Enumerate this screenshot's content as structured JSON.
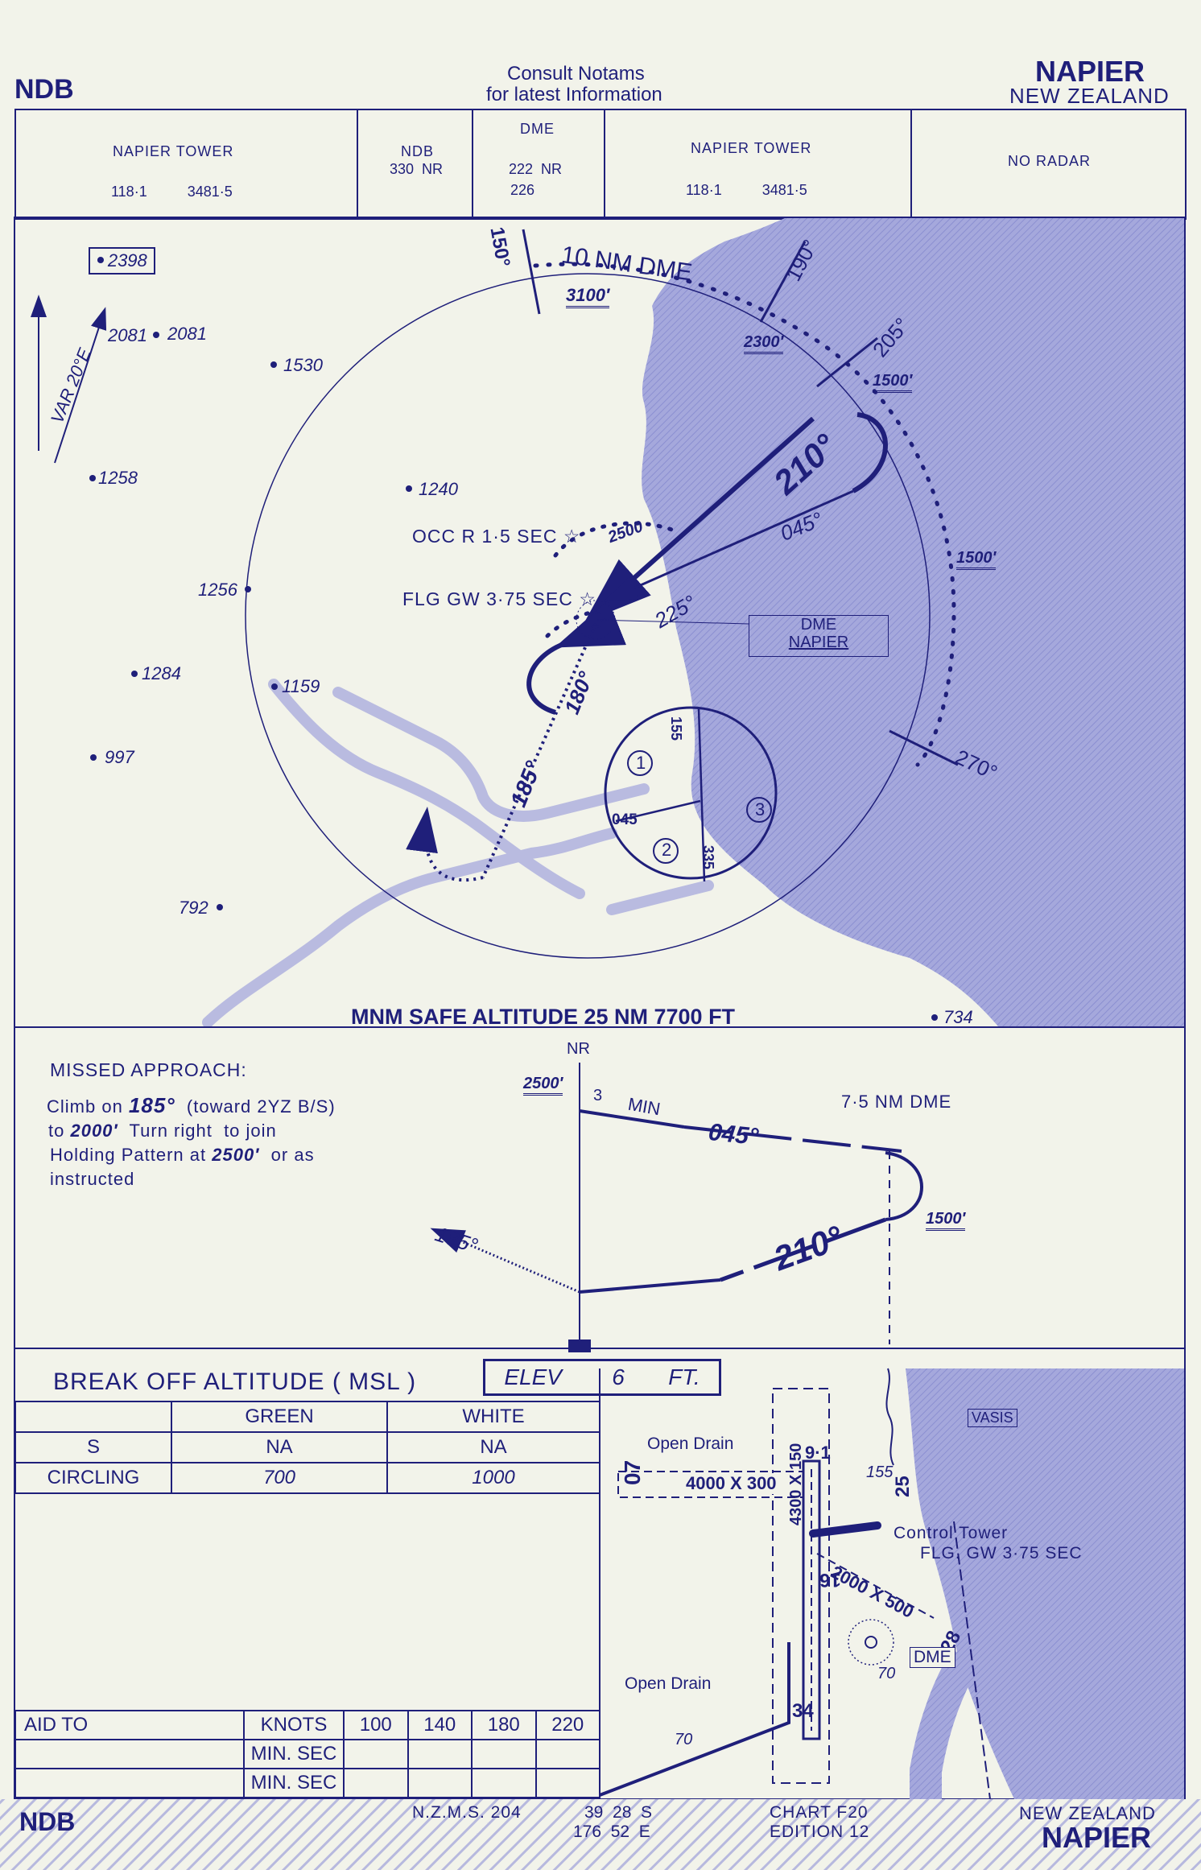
{
  "header": {
    "left_code": "NDB",
    "notams_line1": "Consult  Notams",
    "notams_line2": "for  latest  Information",
    "city": "NAPIER",
    "country": "NEW ZEALAND"
  },
  "freq_boxes": [
    {
      "title": "NAPIER TOWER",
      "line2": "118·1          3481·5"
    },
    {
      "title": "NDB",
      "line2": "330  NR"
    },
    {
      "title": "DME",
      "line2": "222  NR",
      "line3": "226"
    },
    {
      "title": "NAPIER TOWER",
      "line2": "118·1          3481·5"
    },
    {
      "title": "NO RADAR"
    }
  ],
  "plan": {
    "var_label": "VAR  20°E",
    "spot_boxed": "2398",
    "spot_heights": [
      "2081",
      "1530",
      "1258",
      "1240",
      "1256",
      "1284",
      "1159",
      "997",
      "792",
      "734"
    ],
    "dme_arc_label": "10 NM DME",
    "alt_3100": "3100′",
    "alt_2300": "2300′",
    "alt_1500a": "1500′",
    "alt_1500b": "1500′",
    "alt_2500": "2500",
    "rad_150": "150°",
    "rad_190": "190°",
    "rad_205": "205°",
    "rad_270": "270°",
    "crs_210": "210°",
    "crs_045": "045°",
    "crs_225": "225°",
    "crs_180": "180°",
    "crs_185": "185°",
    "light_occ": "OCC  R  1·5  SEC",
    "light_flg": "FLG  GW  3·75 SEC",
    "dme_box_1": "DME",
    "dme_box_2": "NAPIER",
    "msa": "MNM SAFE ALTITUDE 25 NM 7700 FT",
    "entry_155": "155",
    "entry_045": "045",
    "entry_335": "335",
    "sector_1": "1",
    "sector_2": "2",
    "sector_3": "3"
  },
  "missed": {
    "title": "MISSED APPROACH:",
    "l1a": "Climb on ",
    "l1b": "185°",
    "l1c": "  (toward 2YZ B/S)",
    "l2a": "to ",
    "l2b": "2000′",
    "l2c": "  Turn right  to join",
    "l3a": "Holding Pattern at ",
    "l3b": "2500′",
    "l3c": "  or as",
    "l4": "instructed"
  },
  "profile": {
    "nr": "NR",
    "alt_2500": "2500′",
    "min_num": "3",
    "min_label": "MIN",
    "dme_label": "7·5 NM DME",
    "crs_045": "045°",
    "crs_210": "210°",
    "crs_185": "185°",
    "alt_1500": "1500′"
  },
  "minima": {
    "title": "BREAK OFF ALTITUDE  ( MSL )",
    "elev": "ELEV        6       FT.",
    "col_green": "GREEN",
    "col_white": "WHITE",
    "rows": [
      {
        "label": "S",
        "green": "NA",
        "white": "NA"
      },
      {
        "label": "CIRCLING",
        "green": "700",
        "white": "1000"
      }
    ]
  },
  "timing": {
    "aid_to": "AID TO",
    "knots": "KNOTS",
    "speeds": [
      "100",
      "140",
      "180",
      "220"
    ],
    "min_sec": "MIN. SEC"
  },
  "aerodrome": {
    "vasis": "VASIS",
    "open_drain_1": "Open Drain",
    "open_drain_2": "Open Drain",
    "rwy_4000": "4000 X 300",
    "rwy_4300": "4300 X 150",
    "rwy_2000": "2000 X 500",
    "rwy_07": "07",
    "rwy_25": "25",
    "rwy_155": "155",
    "rwy_91": "9·1",
    "rwy_16": "16",
    "rwy_34": "34",
    "rwy_28": "28",
    "obst_70a": "70",
    "obst_70b": "70",
    "control_tower": "Control Tower",
    "tower_light": "FLG. GW 3·75 SEC",
    "dme": "DME"
  },
  "footer": {
    "left_code": "NDB",
    "nzms": "N.Z.M.S. 204",
    "lat": "39  28  S",
    "lon": "176  52  E",
    "chart": "CHART F20",
    "edition": "EDITION 12",
    "country": "NEW ZEALAND",
    "city": "NAPIER"
  },
  "colors": {
    "ink": "#1f1f7a",
    "paper": "#f2f3ea",
    "sea": "#9fa3d9",
    "river": "#b9bbe0"
  }
}
